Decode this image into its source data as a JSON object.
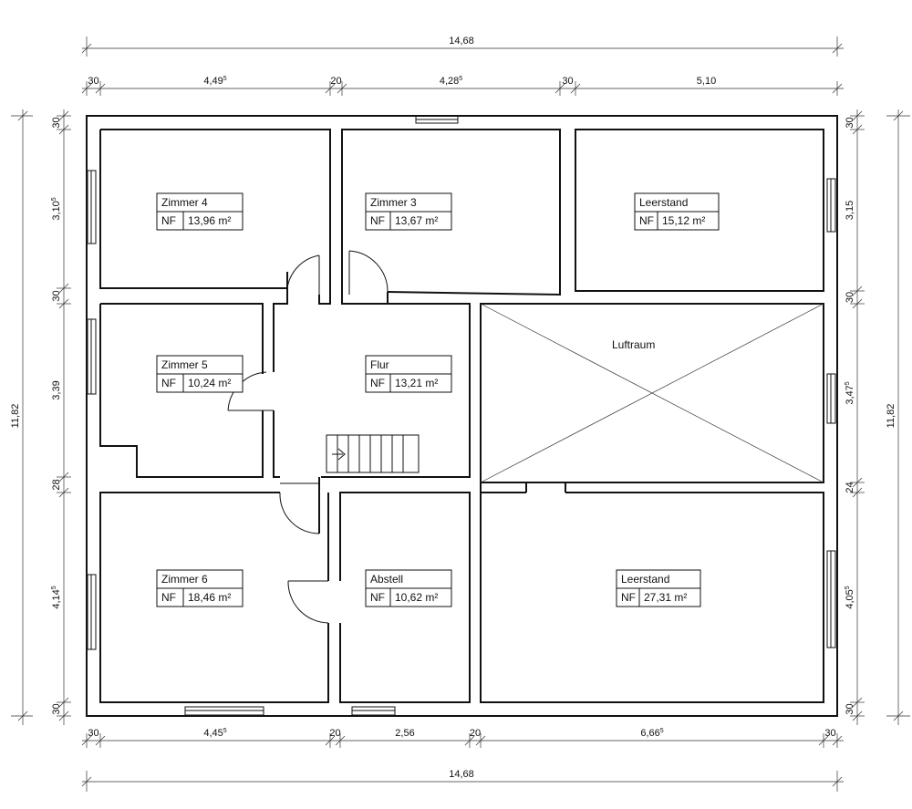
{
  "rooms": {
    "zimmer4": {
      "name": "Zimmer 4",
      "nf": "NF",
      "area": "13,96 m²"
    },
    "zimmer3": {
      "name": "Zimmer 3",
      "nf": "NF",
      "area": "13,67 m²"
    },
    "leerstand1": {
      "name": "Leerstand",
      "nf": "NF",
      "area": "15,12 m²"
    },
    "zimmer5": {
      "name": "Zimmer 5",
      "nf": "NF",
      "area": "10,24 m²"
    },
    "flur": {
      "name": "Flur",
      "nf": "NF",
      "area": "13,21 m²"
    },
    "zimmer6": {
      "name": "Zimmer 6",
      "nf": "NF",
      "area": "18,46 m²"
    },
    "abstell": {
      "name": "Abstell",
      "nf": "NF",
      "area": "10,62 m²"
    },
    "leerstand2": {
      "name": "Leerstand",
      "nf": "NF",
      "area": "27,31 m²"
    },
    "luftraum": {
      "name": "Luftraum"
    }
  },
  "dimensions": {
    "top_total": "14,68",
    "top": [
      {
        "main": "30",
        "sup": ""
      },
      {
        "main": "4,49",
        "sup": "5"
      },
      {
        "main": "20",
        "sup": ""
      },
      {
        "main": "4,28",
        "sup": "5"
      },
      {
        "main": "30",
        "sup": ""
      },
      {
        "main": "5,10",
        "sup": ""
      }
    ],
    "bottom_total": "14,68",
    "bottom": [
      {
        "main": "30",
        "sup": ""
      },
      {
        "main": "4,45",
        "sup": "5"
      },
      {
        "main": "20",
        "sup": ""
      },
      {
        "main": "2,56",
        "sup": ""
      },
      {
        "main": "20",
        "sup": ""
      },
      {
        "main": "6,66",
        "sup": "5"
      },
      {
        "main": "30",
        "sup": ""
      }
    ],
    "left_total": "11,82",
    "left": [
      {
        "main": "30",
        "sup": ""
      },
      {
        "main": "3,10",
        "sup": "5"
      },
      {
        "main": "30",
        "sup": ""
      },
      {
        "main": "3,39",
        "sup": ""
      },
      {
        "main": "28",
        "sup": ""
      },
      {
        "main": "4,14",
        "sup": "5"
      },
      {
        "main": "30",
        "sup": ""
      }
    ],
    "right_total": "11,82",
    "right": [
      {
        "main": "30",
        "sup": ""
      },
      {
        "main": "3,15",
        "sup": ""
      },
      {
        "main": "30",
        "sup": ""
      },
      {
        "main": "3,47",
        "sup": "5"
      },
      {
        "main": "24",
        "sup": ""
      },
      {
        "main": "4,05",
        "sup": "5"
      },
      {
        "main": "30",
        "sup": ""
      }
    ]
  }
}
